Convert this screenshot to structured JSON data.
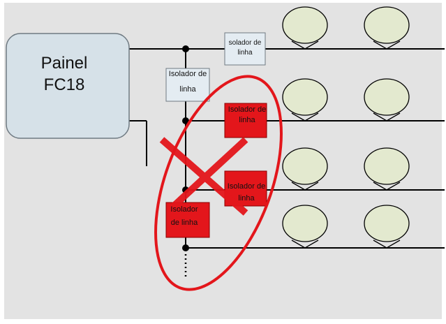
{
  "panel": {
    "line1": "Painel",
    "line2": "FC18"
  },
  "isolators": {
    "top": {
      "line1": "solador de",
      "line2": "linha"
    },
    "trunk": {
      "line1": "Isolador de",
      "line2": "linha"
    },
    "red_1": {
      "line1": "Isolador de",
      "line2": "linha"
    },
    "red_2": {
      "line1": "Isolador de",
      "line2": "linha"
    },
    "red_3": {
      "line1": "Isolador",
      "line2": "de linha"
    }
  },
  "colors": {
    "background": "#e3e3e3",
    "panel_fill": "#d6e1e8",
    "isolator_normal_fill": "#e4ecf2",
    "isolator_fault_fill": "#e3161b",
    "detector_fill": "#e3e9cf",
    "fault_marker": "#e3161b",
    "line": "#000000"
  },
  "diagram": {
    "detector_rows": 4,
    "detectors_per_row": 2,
    "failed_isolators": 3,
    "continuation_marker": "dotted"
  }
}
